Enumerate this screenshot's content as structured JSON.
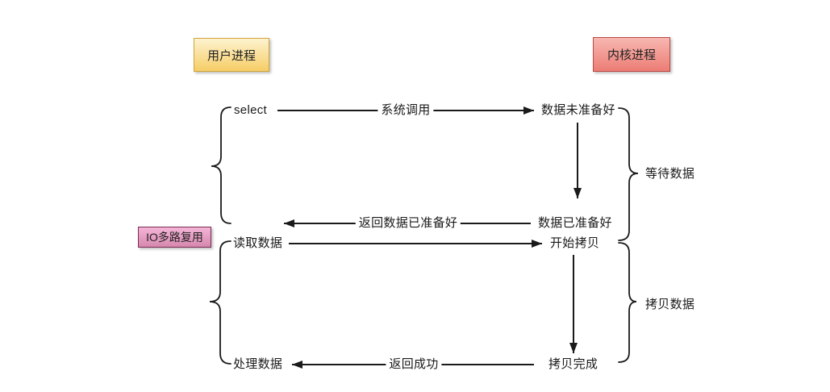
{
  "diagram": {
    "boxes": {
      "user_process": "用户进程",
      "kernel_process": "内核进程",
      "io_multiplexing": "IO多路复用"
    },
    "user_steps": {
      "select": "select",
      "read_data": "读取数据",
      "process_data": "处理数据"
    },
    "kernel_steps": {
      "data_not_ready": "数据未准备好",
      "data_ready": "数据已准备好",
      "start_copy": "开始拷贝",
      "copy_done": "拷贝完成"
    },
    "arrow_labels": {
      "system_call": "系统调用",
      "return_data_ready": "返回数据已准备好",
      "return_success": "返回成功"
    },
    "phase_labels": {
      "wait_data": "等待数据",
      "copy_data": "拷贝数据"
    },
    "colors": {
      "user_process_fill": "#f6cd66",
      "user_process_border": "#cfa53d",
      "kernel_process_fill": "#ec7d75",
      "kernel_process_border": "#b94944",
      "io_multiplexing_fill": "#d687ae",
      "io_multiplexing_border": "#7d2d53",
      "line": "#1a1a1a"
    }
  }
}
